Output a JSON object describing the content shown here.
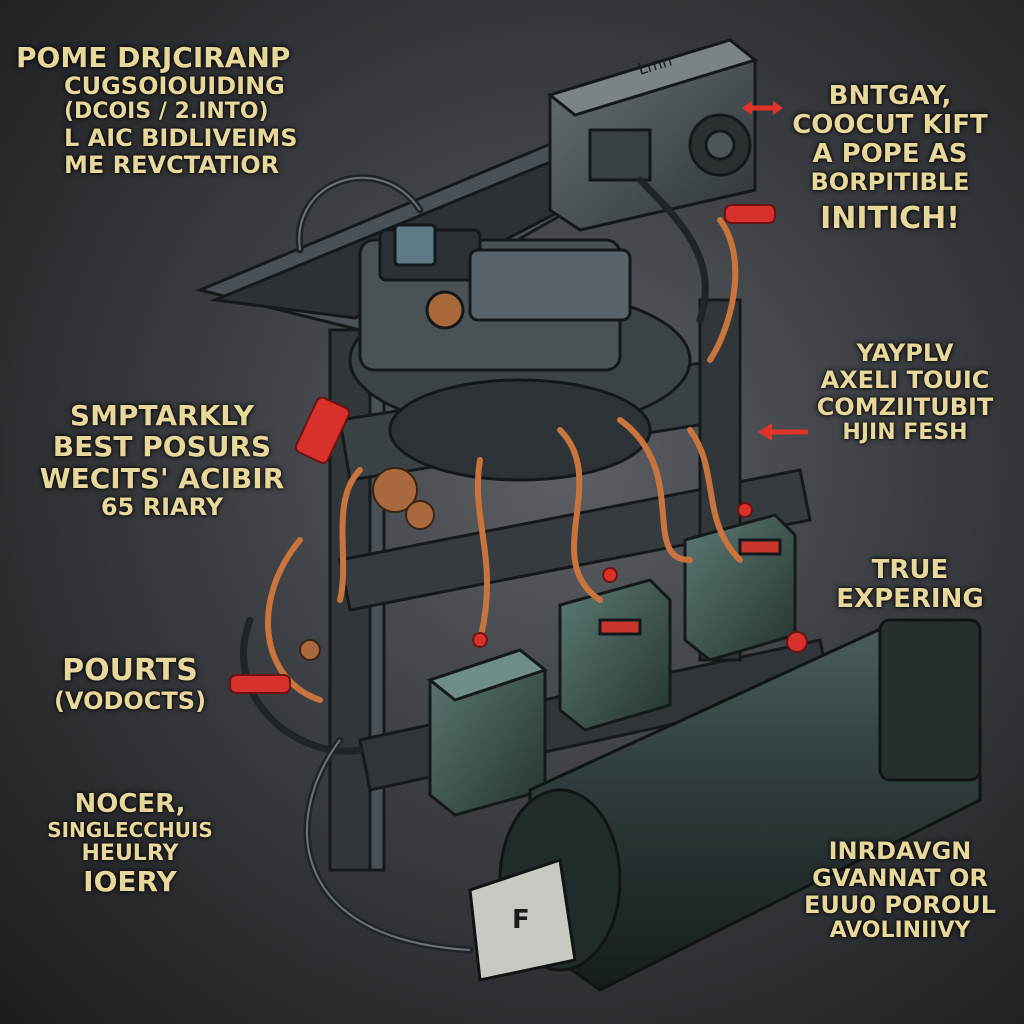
{
  "colors": {
    "label_text": "#e8d79a",
    "background_dark": "#1a1c1f",
    "background_mid": "#5c6064",
    "metal_dark": "#2f3438",
    "metal_mid": "#4a5257",
    "module_green": "#3f5553",
    "copper_wire": "#c9743c",
    "red_connector": "#d8312b",
    "tank_body": "#2e3a3b"
  },
  "labels": {
    "top_left": {
      "line1": "POME DRJCIRANP",
      "line2": "CUGSOIOUIDING",
      "line3": "(DCOIS / 2.INTO)",
      "line4": "L AIC BIDLIVEIMS",
      "line5": "ME REVCTATIOR"
    },
    "top_right": {
      "line1": "BNTGAY,",
      "line2": "COOCUT KIFT",
      "line3": "A POPE AS",
      "line4": "BORPITIBLE",
      "line5": "INITICH!"
    },
    "mid_left": {
      "line1": "SMPTARKLY",
      "line2": "BEST POSURS",
      "line3": "WECITS' ACIBIR",
      "line4": "65 RIARY"
    },
    "mid_right": {
      "line1": "YAYPLV",
      "line2": "AXELI TOUIC",
      "line3": "COMZIITUBIT",
      "line4": "HJIN FESH"
    },
    "right_true": {
      "line1": "TRUE",
      "line2": "EXPERING"
    },
    "left_pourts": {
      "line1": "POURTS",
      "line2": "(VODOCTS)"
    },
    "left_bottom": {
      "line1": "NOCER,",
      "line2": "SINGLECCHUIS",
      "line3": "HEULRY",
      "line4": "IOERY"
    },
    "bottom_right": {
      "line1": "INRDAVGN",
      "line2": "GVANNAT OR",
      "line3": "EUU0 POROUL",
      "line4": "AVOLINIIVY"
    },
    "device_plate": "Lmn",
    "tank_plate": "F"
  },
  "icons": {
    "main": "engine-assembly-illustration",
    "arrows": "red-pointer-arrow"
  }
}
